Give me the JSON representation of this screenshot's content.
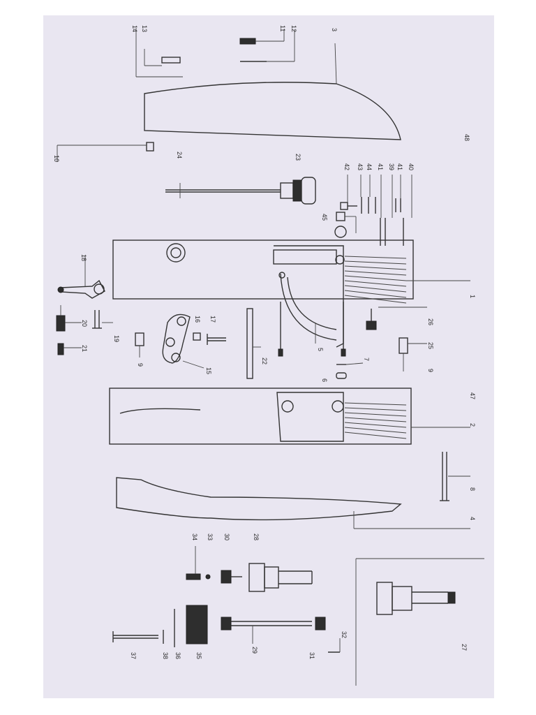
{
  "diagram": {
    "callouts": [
      {
        "id": "c1",
        "text": "14"
      },
      {
        "id": "c2",
        "text": "13"
      },
      {
        "id": "c3",
        "text": "11"
      },
      {
        "id": "c4",
        "text": "12"
      },
      {
        "id": "c5",
        "text": "3"
      },
      {
        "id": "c6",
        "text": "10"
      },
      {
        "id": "c7",
        "text": "24"
      },
      {
        "id": "c8",
        "text": "23"
      },
      {
        "id": "c9",
        "text": "42"
      },
      {
        "id": "c10",
        "text": "43"
      },
      {
        "id": "c11",
        "text": "44"
      },
      {
        "id": "c12",
        "text": "41"
      },
      {
        "id": "c13",
        "text": "39"
      },
      {
        "id": "c14",
        "text": "41"
      },
      {
        "id": "c15",
        "text": "40"
      },
      {
        "id": "c16",
        "text": "48"
      },
      {
        "id": "c17",
        "text": "45"
      },
      {
        "id": "c18",
        "text": "18"
      },
      {
        "id": "c19",
        "text": "20"
      },
      {
        "id": "c20",
        "text": "21"
      },
      {
        "id": "c21",
        "text": "19"
      },
      {
        "id": "c22",
        "text": "9"
      },
      {
        "id": "c23",
        "text": "16"
      },
      {
        "id": "c24",
        "text": "17"
      },
      {
        "id": "c25",
        "text": "15"
      },
      {
        "id": "c26",
        "text": "22"
      },
      {
        "id": "c27",
        "text": "5"
      },
      {
        "id": "c28",
        "text": "7"
      },
      {
        "id": "c29",
        "text": "6"
      },
      {
        "id": "c30",
        "text": "26"
      },
      {
        "id": "c31",
        "text": "25"
      },
      {
        "id": "c32",
        "text": "9"
      },
      {
        "id": "c33",
        "text": "1"
      },
      {
        "id": "c34",
        "text": "47"
      },
      {
        "id": "c35",
        "text": "2"
      },
      {
        "id": "c36",
        "text": "8"
      },
      {
        "id": "c37",
        "text": "4"
      },
      {
        "id": "c38",
        "text": "34"
      },
      {
        "id": "c39",
        "text": "33"
      },
      {
        "id": "c40",
        "text": "30"
      },
      {
        "id": "c41",
        "text": "28"
      },
      {
        "id": "c42",
        "text": "37"
      },
      {
        "id": "c43",
        "text": "38"
      },
      {
        "id": "c44",
        "text": "36"
      },
      {
        "id": "c45",
        "text": "35"
      },
      {
        "id": "c46",
        "text": "29"
      },
      {
        "id": "c47",
        "text": "31"
      },
      {
        "id": "c48",
        "text": "32"
      },
      {
        "id": "c49",
        "text": "27"
      }
    ]
  }
}
